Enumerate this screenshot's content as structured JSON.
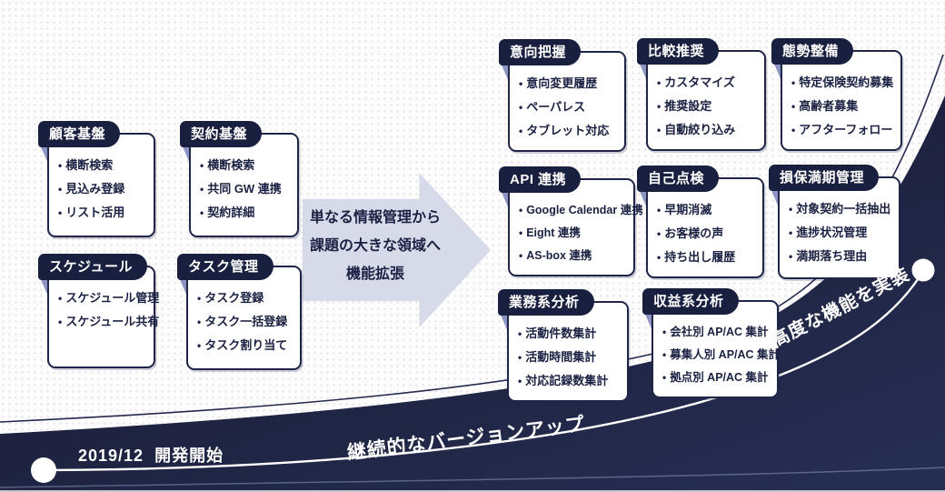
{
  "bullet": "•",
  "arrow": {
    "line1": "単なる情報管理から",
    "line2": "課題の大きな領域へ",
    "line3": "機能拡張"
  },
  "boxes": [
    {
      "title": "顧客基盤",
      "items": [
        "横断検索",
        "見込み登録",
        "リスト活用"
      ]
    },
    {
      "title": "契約基盤",
      "items": [
        "横断検索",
        "共同 GW 連携",
        "契約詳細"
      ]
    },
    {
      "title": "スケジュール",
      "items": [
        "スケジュール管理",
        "スケジュール共有"
      ]
    },
    {
      "title": "タスク管理",
      "items": [
        "タスク登録",
        "タスク一括登録",
        "タスク割り当て"
      ]
    },
    {
      "title": "意向把握",
      "items": [
        "意向変更履歴",
        "ペーパレス",
        "タブレット対応"
      ]
    },
    {
      "title": "比較推奨",
      "items": [
        "カスタマイズ",
        "推奨設定",
        "自動絞り込み"
      ]
    },
    {
      "title": "態勢整備",
      "items": [
        "特定保険契約募集",
        "高齢者募集",
        "アフターフォロー"
      ]
    },
    {
      "title": "API 連携",
      "items": [
        "Google Calendar 連携",
        "Eight 連携",
        "AS-box 連携"
      ]
    },
    {
      "title": "自己点検",
      "items": [
        "早期消滅",
        "お客様の声",
        "持ち出し履歴"
      ]
    },
    {
      "title": "損保満期管理",
      "items": [
        "対象契約一括抽出",
        "進捗状況管理",
        "満期落ち理由"
      ]
    },
    {
      "title": "業務系分析",
      "items": [
        "活動件数集計",
        "活動時間集計",
        "対応記録数集計"
      ]
    },
    {
      "title": "収益系分析",
      "items": [
        "会社別 AP/AC 集計",
        "募集人別 AP/AC 集計",
        "拠点別 AP/AC 集計"
      ]
    }
  ],
  "timeline": {
    "start_label": "2019/12  開発開始",
    "mid_label": "継続的なバージョンアップ",
    "end_label": "高度な機能を実装"
  },
  "colors": {
    "tab_navy": "#191f3e",
    "panel_border_navy": "#1e2547",
    "fold_lavender": "#8d94c2",
    "arrow_fill": "#d7dae8",
    "text_navy": "#1b2142",
    "swoosh_dark": "#161b36",
    "swoosh_light": "#262d52",
    "timeline_white": "#ffffff"
  }
}
